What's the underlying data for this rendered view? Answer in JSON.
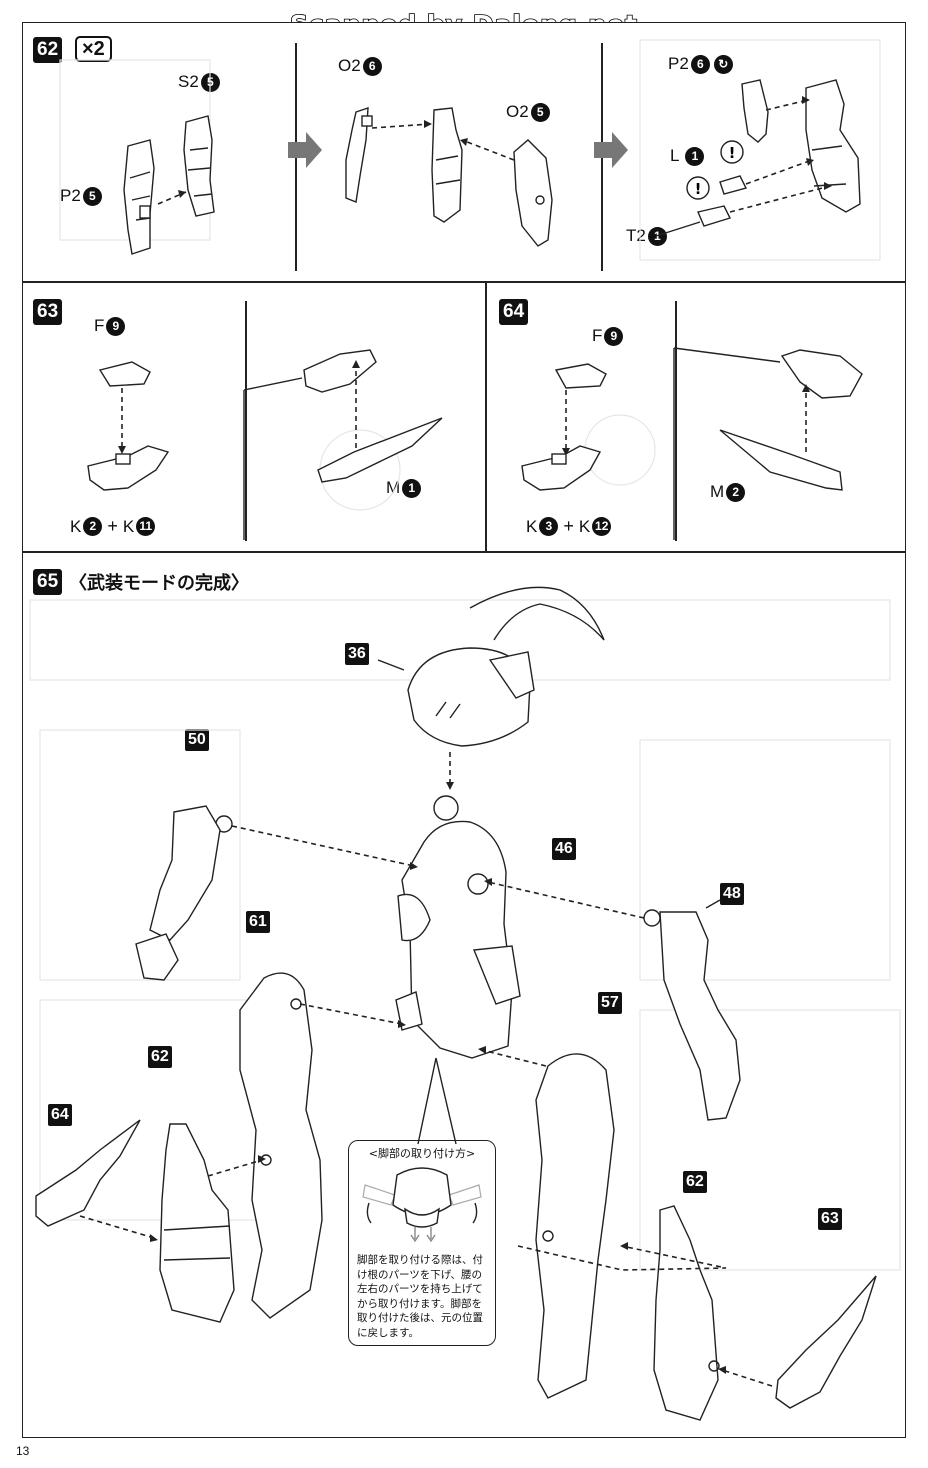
{
  "scan_credit": "Scanned by Dalong.net",
  "page_number": "13",
  "step62": {
    "number": "62",
    "multiplier": "×2",
    "labels": {
      "s2": {
        "code": "S2",
        "num": "5"
      },
      "p2_left": {
        "code": "P2",
        "num": "5"
      },
      "o2_a": {
        "code": "O2",
        "num": "6"
      },
      "o2_b": {
        "code": "O2",
        "num": "5"
      },
      "p2_right": {
        "code": "P2",
        "num": "6"
      },
      "l": {
        "code": "L",
        "num": "1"
      },
      "t2": {
        "code": "T2",
        "num": "1"
      }
    }
  },
  "step63": {
    "number": "63",
    "labels": {
      "f": {
        "code": "F",
        "num": "9"
      },
      "k": {
        "code": "K",
        "num": "2",
        "code2": "K",
        "num2": "11"
      },
      "m": {
        "code": "M",
        "num": "1"
      }
    }
  },
  "step64": {
    "number": "64",
    "labels": {
      "f": {
        "code": "F",
        "num": "9"
      },
      "k": {
        "code": "K",
        "num": "3",
        "code2": "K",
        "num2": "12"
      },
      "m": {
        "code": "M",
        "num": "2"
      }
    }
  },
  "step65": {
    "number": "65",
    "title": "〈武装モードの完成〉",
    "tags": [
      "36",
      "50",
      "46",
      "48",
      "61",
      "57",
      "62",
      "64",
      "62",
      "63"
    ],
    "note": {
      "title": "<脚部の取り付け方>",
      "body": "脚部を取り付ける際は、付け根のパーツを下げ、腰の左右のパーツを持ち上げてから取り付けます。脚部を取り付けた後は、元の位置に戻します。"
    }
  }
}
